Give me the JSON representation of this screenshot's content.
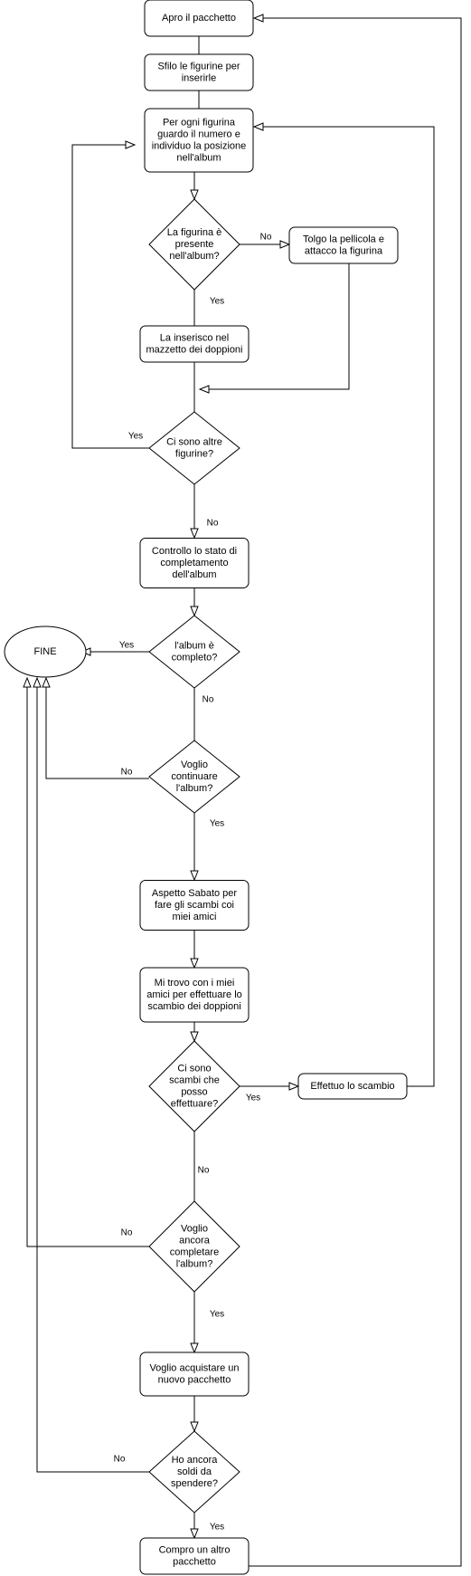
{
  "nodes": {
    "start": {
      "shape": "rect",
      "lines": [
        "Apro il pacchetto"
      ]
    },
    "sfilo": {
      "shape": "rect",
      "lines": [
        "Sfilo le figurine per",
        "inserirle"
      ]
    },
    "perogni": {
      "shape": "rect",
      "lines": [
        "Per ogni figurina",
        "guardo il numero e",
        "individuo la posizione",
        "nell'album"
      ]
    },
    "presente": {
      "shape": "diamond",
      "lines": [
        "La figurina è",
        "presente",
        "nell'album?"
      ]
    },
    "tolgo": {
      "shape": "rect",
      "lines": [
        "Tolgo la pellicola e",
        "attacco la figurina"
      ]
    },
    "inserisco": {
      "shape": "rect",
      "lines": [
        "La inserisco nel",
        "mazzetto dei doppioni"
      ]
    },
    "altre": {
      "shape": "diamond",
      "lines": [
        "Ci sono altre",
        "figurine?"
      ]
    },
    "controllo": {
      "shape": "rect",
      "lines": [
        "Controllo lo stato di",
        "completamento",
        "dell'album"
      ]
    },
    "completo": {
      "shape": "diamond",
      "lines": [
        "l'album è",
        "completo?"
      ]
    },
    "fine": {
      "shape": "ellipse",
      "lines": [
        "FINE"
      ]
    },
    "continuare": {
      "shape": "diamond",
      "lines": [
        "Voglio",
        "continuare",
        "l'album?"
      ]
    },
    "sabato": {
      "shape": "rect",
      "lines": [
        "Aspetto Sabato per",
        "fare gli scambi coi",
        "miei amici"
      ]
    },
    "trovo": {
      "shape": "rect",
      "lines": [
        "Mi trovo con i miei",
        "amici per effettuare lo",
        "scambio dei doppioni"
      ]
    },
    "scambi": {
      "shape": "diamond",
      "lines": [
        "Ci sono",
        "scambi che",
        "posso",
        "effettuare?"
      ]
    },
    "effettuo": {
      "shape": "rect",
      "lines": [
        "Effettuo lo scambio"
      ]
    },
    "ancora": {
      "shape": "diamond",
      "lines": [
        "Voglio",
        "ancora",
        "completare",
        "l'album?"
      ]
    },
    "acquistare": {
      "shape": "rect",
      "lines": [
        "Voglio acquistare un",
        "nuovo pacchetto"
      ]
    },
    "soldi": {
      "shape": "diamond",
      "lines": [
        "Ho ancora",
        "soldi da",
        "spendere?"
      ]
    },
    "compro": {
      "shape": "rect",
      "lines": [
        "Compro un altro",
        "pacchetto"
      ]
    }
  },
  "edges": [
    {
      "id": "start-sfilo",
      "from": "start",
      "to": "sfilo",
      "label": ""
    },
    {
      "id": "sfilo-perogni",
      "from": "sfilo",
      "to": "perogni",
      "label": ""
    },
    {
      "id": "perogni-presente",
      "from": "perogni",
      "to": "presente",
      "label": ""
    },
    {
      "id": "presente-tolgo",
      "from": "presente",
      "to": "tolgo",
      "label": "No"
    },
    {
      "id": "presente-inserisco",
      "from": "presente",
      "to": "inserisco",
      "label": "Yes"
    },
    {
      "id": "inserisco-altre",
      "from": "inserisco",
      "to": "altre",
      "label": ""
    },
    {
      "id": "tolgo-altre",
      "from": "tolgo",
      "to": "altre",
      "label": ""
    },
    {
      "id": "altre-perogni",
      "from": "altre",
      "to": "perogni",
      "label": "Yes"
    },
    {
      "id": "altre-controllo",
      "from": "altre",
      "to": "controllo",
      "label": "No"
    },
    {
      "id": "controllo-completo",
      "from": "controllo",
      "to": "completo",
      "label": ""
    },
    {
      "id": "completo-fine",
      "from": "completo",
      "to": "fine",
      "label": "Yes"
    },
    {
      "id": "completo-continuare",
      "from": "completo",
      "to": "continuare",
      "label": "No"
    },
    {
      "id": "continuare-fine",
      "from": "continuare",
      "to": "fine",
      "label": "No"
    },
    {
      "id": "continuare-sabato",
      "from": "continuare",
      "to": "sabato",
      "label": "Yes"
    },
    {
      "id": "sabato-trovo",
      "from": "sabato",
      "to": "trovo",
      "label": ""
    },
    {
      "id": "trovo-scambi",
      "from": "trovo",
      "to": "scambi",
      "label": ""
    },
    {
      "id": "scambi-effettuo",
      "from": "scambi",
      "to": "effettuo",
      "label": "Yes"
    },
    {
      "id": "effettuo-perogni",
      "from": "effettuo",
      "to": "perogni",
      "label": ""
    },
    {
      "id": "scambi-ancora",
      "from": "scambi",
      "to": "ancora",
      "label": "No"
    },
    {
      "id": "ancora-fine",
      "from": "ancora",
      "to": "fine",
      "label": "No"
    },
    {
      "id": "ancora-acquistare",
      "from": "ancora",
      "to": "acquistare",
      "label": "Yes"
    },
    {
      "id": "acquistare-soldi",
      "from": "acquistare",
      "to": "soldi",
      "label": ""
    },
    {
      "id": "soldi-fine",
      "from": "soldi",
      "to": "fine",
      "label": "No"
    },
    {
      "id": "soldi-compro",
      "from": "soldi",
      "to": "compro",
      "label": "Yes"
    },
    {
      "id": "compro-start",
      "from": "compro",
      "to": "start",
      "label": ""
    }
  ]
}
